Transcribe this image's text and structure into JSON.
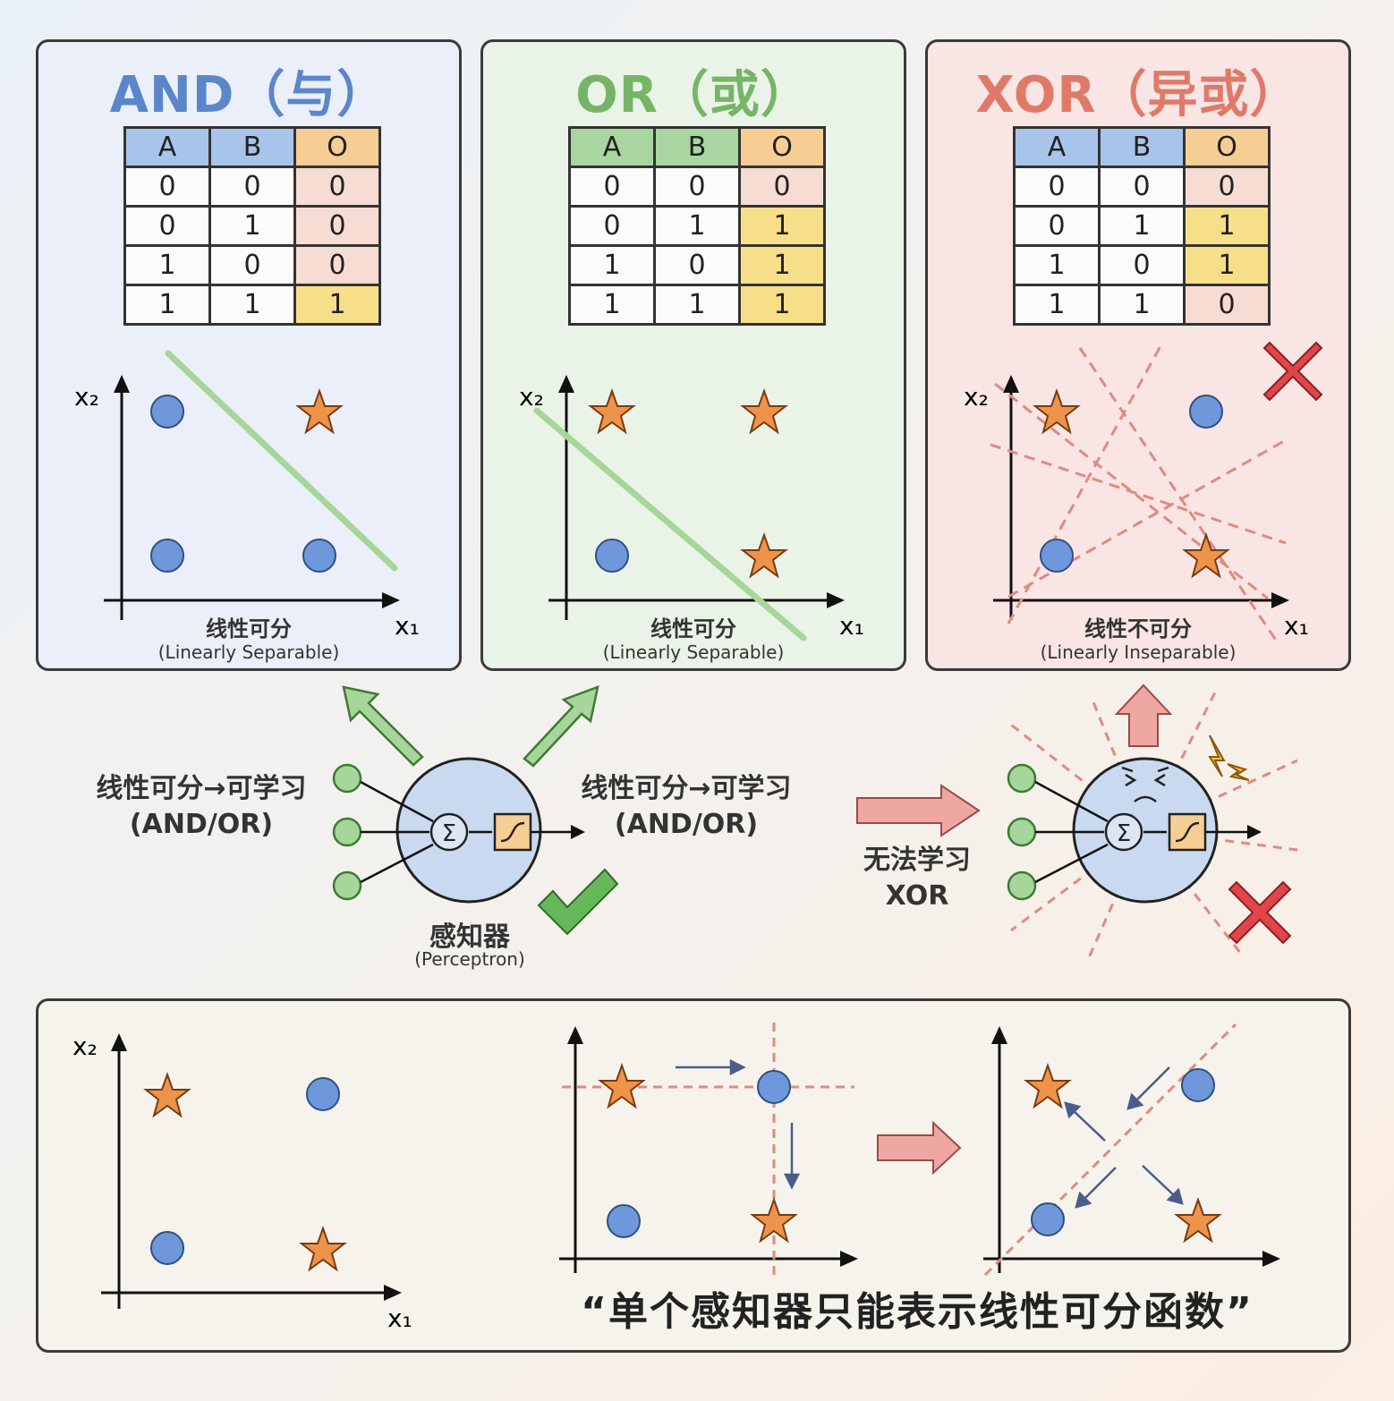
{
  "panels": [
    {
      "title": "AND（与）",
      "headers": [
        "A",
        "B",
        "O"
      ],
      "rows": [
        [
          "0",
          "0",
          "0"
        ],
        [
          "0",
          "1",
          "0"
        ],
        [
          "1",
          "0",
          "0"
        ],
        [
          "1",
          "1",
          "1"
        ]
      ],
      "caption": "线性可分",
      "caption_sub": "(Linearly Separable)"
    },
    {
      "title": "OR（或）",
      "headers": [
        "A",
        "B",
        "O"
      ],
      "rows": [
        [
          "0",
          "0",
          "0"
        ],
        [
          "0",
          "1",
          "1"
        ],
        [
          "1",
          "0",
          "1"
        ],
        [
          "1",
          "1",
          "1"
        ]
      ],
      "caption": "线性可分",
      "caption_sub": "(Linearly Separable)"
    },
    {
      "title": "XOR（异或）",
      "headers": [
        "A",
        "B",
        "O"
      ],
      "rows": [
        [
          "0",
          "0",
          "0"
        ],
        [
          "0",
          "1",
          "1"
        ],
        [
          "1",
          "0",
          "1"
        ],
        [
          "1",
          "1",
          "0"
        ]
      ],
      "caption": "线性不可分",
      "caption_sub": "(Linearly Inseparable)"
    }
  ],
  "axes": {
    "x_label": "x₁",
    "y_label": "x₂"
  },
  "middle": {
    "left_text_line1": "线性可分→可学习",
    "left_text_line2": "(AND/OR)",
    "right_text_line1": "线性可分→可学习",
    "right_text_line2": "(AND/OR)",
    "perceptron_label": "感知器",
    "perceptron_sub": "(Perceptron)",
    "cannot_line1": "无法学习",
    "cannot_line2": "XOR",
    "sigma": "Σ"
  },
  "quote": "“单个感知器只能表示线性可分函数”",
  "colors": {
    "circle": "#6f98dc",
    "star": "#ee944a",
    "green_line": "#a6d69a",
    "red_dash": "#e08a80",
    "check": "#66b85a",
    "cross": "#e0454a"
  }
}
